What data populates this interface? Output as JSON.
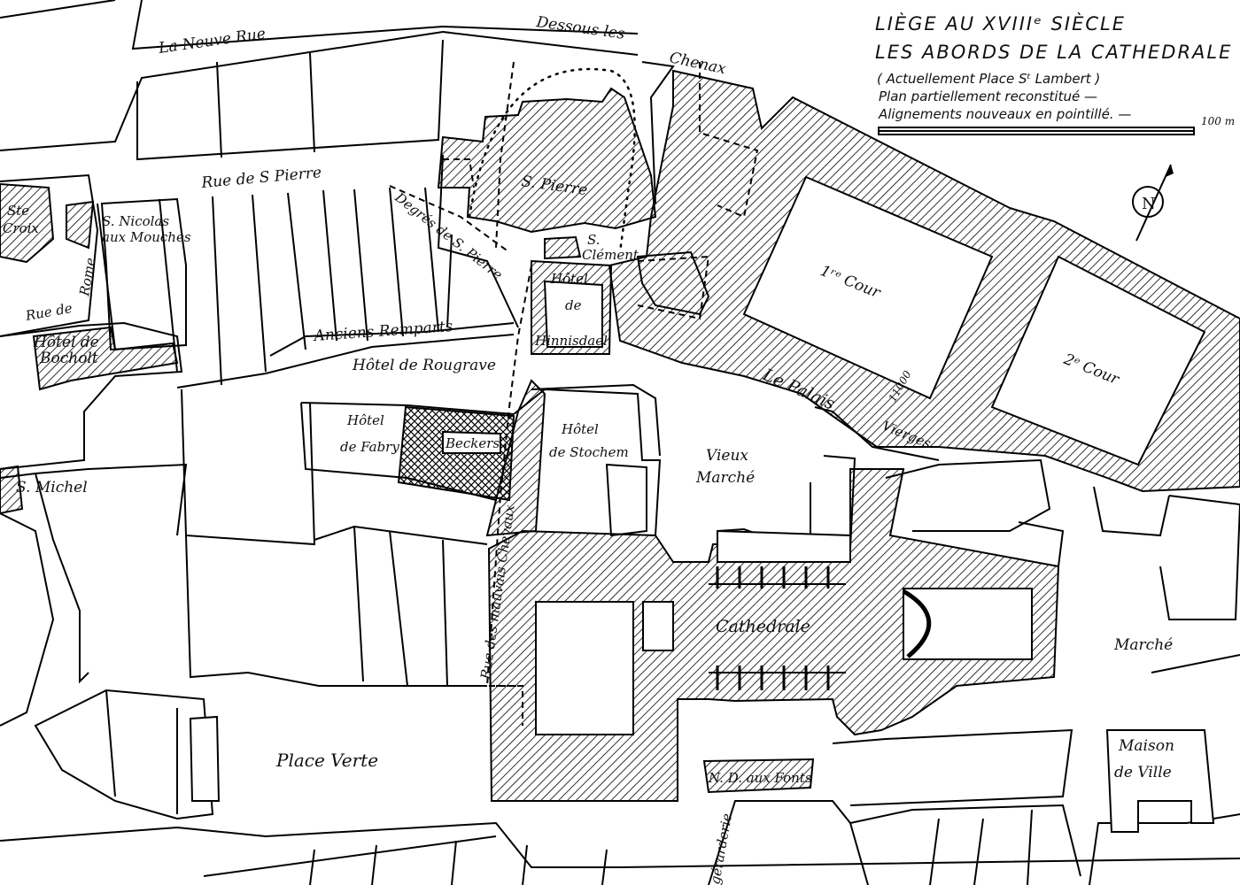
{
  "title": {
    "line1": "LIÈGE AU XVIIIᵉ SIÈCLE",
    "line2": "LES ABORDS DE LA CATHEDRALE",
    "line3": "( Actuellement Place Sᵗ Lambert )",
    "line4": "Plan partiellement reconstitué —",
    "line5": "Alignements nouveaux en pointillé. —"
  },
  "scale_label": "100 m",
  "compass_letter": "N",
  "compass_icon": "north-arrow-icon",
  "streets": {
    "neuve_rue": "La Neuve Rue",
    "dessous_les_chenax": "Dessous les",
    "chenax": "Chenax",
    "rue_de_s_pierre": "Rue de S Pierre",
    "degres_de_s_pierre": "Degrés de S. Pierre",
    "rue_de_rome_1": "Rue de",
    "rue_de_rome_2": "Rome",
    "anciens_remparts": "Anciens Remparts",
    "rue_des_mauvais_chevaux": "Rue des mauvais Chevaux",
    "gerarderie": "gérarderie"
  },
  "places": {
    "ste_croix_1": "Ste",
    "ste_croix_2": "Croix",
    "s_nicolas_1": "S. Nicolas",
    "s_nicolas_2": "aux Mouches",
    "s_pierre": "S. Pierre",
    "s_clement_1": "S.",
    "s_clement_2": "Clément",
    "hinnisdael_1": "Hôtel",
    "hinnisdael_2": "de",
    "hinnisdael_3": "Hinnisdael",
    "bocholt_1": "Hôtel de",
    "bocholt_2": "Bocholt",
    "rougrave": "Hôtel de Rougrave",
    "fabry_1": "Hôtel",
    "fabry_2": "de Fabry",
    "beckers": "Beckers",
    "stochem_1": "Hôtel",
    "stochem_2": "de Stochem",
    "s_michel": "S. Michel",
    "vieux_marche_1": "Vieux",
    "vieux_marche_2": "Marché",
    "cour1": "1ʳᵉ Cour",
    "cour2": "2ᵉ Cour",
    "le_palais": "Le Palais",
    "vierges_1": "11000",
    "vierges_2": "Vierges",
    "cathedrale": "Cathedrale",
    "marche": "Marché",
    "place_verte": "Place Verte",
    "nd_aux_fonts": "N. D. aux Fonts",
    "maison_1": "Maison",
    "maison_2": "de Ville"
  }
}
